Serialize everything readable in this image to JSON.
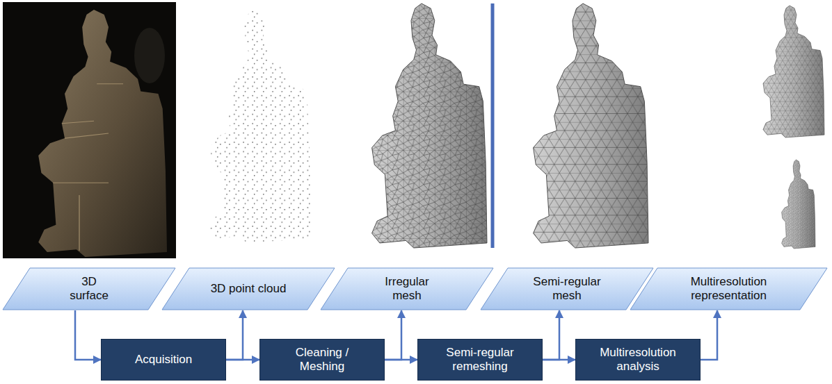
{
  "diagram": {
    "nodes": [
      {
        "text": [
          "3D surface"
        ]
      },
      {
        "text": [
          "3D point cloud"
        ]
      },
      {
        "text": [
          "Irregular mesh"
        ]
      },
      {
        "text": [
          "Semi-regular mesh"
        ]
      },
      {
        "text": [
          "Multiresolution representation"
        ]
      },
      {
        "text": [
          "Acquisition"
        ]
      },
      {
        "text": [
          "Cleaning / Meshing"
        ]
      },
      {
        "text": [
          "Semi-regular remeshing"
        ]
      },
      {
        "text": [
          "Multiresolution analysis"
        ]
      }
    ],
    "edges": [
      {
        "from": 0,
        "to": 5,
        "arrow": "to"
      },
      {
        "from": 5,
        "to": 1,
        "arrow": "to"
      },
      {
        "from": 5,
        "to": 6,
        "arrow": "to"
      },
      {
        "from": 6,
        "to": 2,
        "arrow": "to"
      },
      {
        "from": 6,
        "to": 7,
        "arrow": "to"
      },
      {
        "from": 7,
        "to": 3,
        "arrow": "to"
      },
      {
        "from": 7,
        "to": 8,
        "arrow": "to"
      },
      {
        "from": 8,
        "to": 4,
        "arrow": "to"
      }
    ]
  }
}
